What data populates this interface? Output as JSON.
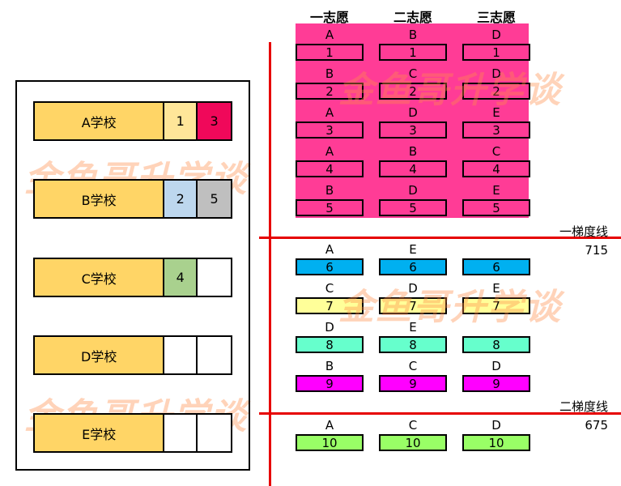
{
  "headers": [
    "一志愿",
    "二志愿",
    "三志愿"
  ],
  "schools": [
    {
      "name": "A学校",
      "slot1": "1",
      "slot2": "3",
      "c1": "#ffe699",
      "c2": "#f0085a"
    },
    {
      "name": "B学校",
      "slot1": "2",
      "slot2": "5",
      "c1": "#bdd7ee",
      "c2": "#bfbfbf"
    },
    {
      "name": "C学校",
      "slot1": "4",
      "slot2": "",
      "c1": "#a9d18e",
      "c2": "#ffffff"
    },
    {
      "name": "D学校",
      "slot1": "",
      "slot2": "",
      "c1": "#ffffff",
      "c2": "#ffffff"
    },
    {
      "name": "E学校",
      "slot1": "",
      "slot2": "",
      "c1": "#ffffff",
      "c2": "#ffffff"
    }
  ],
  "students": [
    {
      "rank": "1",
      "choices": [
        "A",
        "B",
        "D"
      ],
      "color": "#ff3c96"
    },
    {
      "rank": "2",
      "choices": [
        "B",
        "C",
        "D"
      ],
      "color": "#ff3c96"
    },
    {
      "rank": "3",
      "choices": [
        "A",
        "D",
        "E"
      ],
      "color": "#ff3c96"
    },
    {
      "rank": "4",
      "choices": [
        "A",
        "B",
        "C"
      ],
      "color": "#ff3c96"
    },
    {
      "rank": "5",
      "choices": [
        "B",
        "D",
        "E"
      ],
      "color": "#ff3c96"
    },
    {
      "rank": "6",
      "choices": [
        "A",
        "E",
        ""
      ],
      "color": "#00b0f0"
    },
    {
      "rank": "7",
      "choices": [
        "C",
        "D",
        "E"
      ],
      "color": "#ffff99"
    },
    {
      "rank": "8",
      "choices": [
        "D",
        "E",
        ""
      ],
      "color": "#66ffcc"
    },
    {
      "rank": "9",
      "choices": [
        "B",
        "C",
        "D"
      ],
      "color": "#ff00ff"
    },
    {
      "rank": "10",
      "choices": [
        "A",
        "C",
        "D"
      ],
      "color": "#99ff66"
    }
  ],
  "tiers": [
    {
      "label": "一梯度线",
      "score": "715"
    },
    {
      "label": "二梯度线",
      "score": "675"
    }
  ],
  "watermark": "金鱼哥升学谈",
  "colors": {
    "line": "#e60000",
    "school": "#ffd566",
    "top5_bg": "#ff3c96"
  }
}
